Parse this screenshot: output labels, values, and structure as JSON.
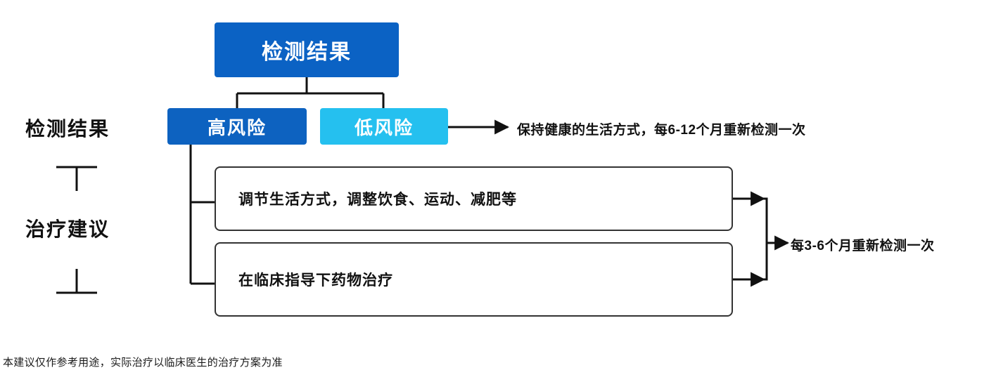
{
  "diagram": {
    "title_box": {
      "label": "检测结果"
    },
    "risk_nodes": [
      {
        "label": "高风险",
        "color": "#0d62c0"
      },
      {
        "label": "低风险",
        "color": "#25c0ef"
      }
    ],
    "side_labels": [
      {
        "label": "检测结果"
      },
      {
        "label": "治疗建议"
      }
    ],
    "advice_boxes": [
      {
        "label": "调节生活方式，调整饮食、运动、减肥等"
      },
      {
        "label": "在临床指导下药物治疗"
      }
    ],
    "annotations": [
      {
        "label": "保持健康的生活方式，每6-12个月重新检测一次"
      },
      {
        "label": "每3-6个月重新检测一次"
      }
    ],
    "footnote": "本建议仅作参考用途，实际治疗以临床医生的治疗方案为准"
  },
  "colors": {
    "primary_blue": "#0b62c4",
    "light_blue": "#25c0ef",
    "line": "#111111",
    "box_border": "#333333"
  }
}
